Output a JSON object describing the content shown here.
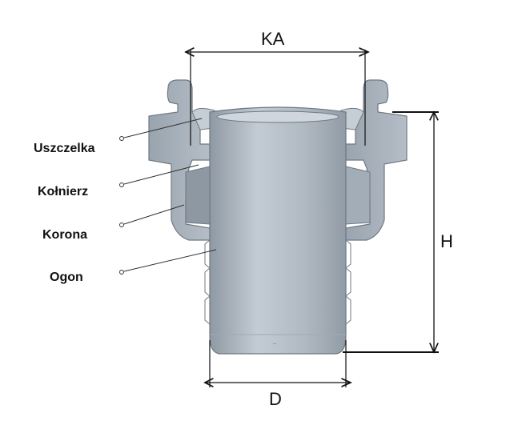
{
  "labels": {
    "uszczelka": "Uszczelka",
    "kolnierz": "Kołnierz",
    "korona": "Korona",
    "ogon": "Ogon"
  },
  "dimensions": {
    "ka": "KA",
    "h": "H",
    "d": "D"
  },
  "colors": {
    "body": "#a9b2bc",
    "body_dark": "#8c96a0",
    "tube": "#b8c1ca",
    "tube_shadow": "#98a2ac",
    "outline": "#707a84",
    "dimension_line": "#111111"
  }
}
